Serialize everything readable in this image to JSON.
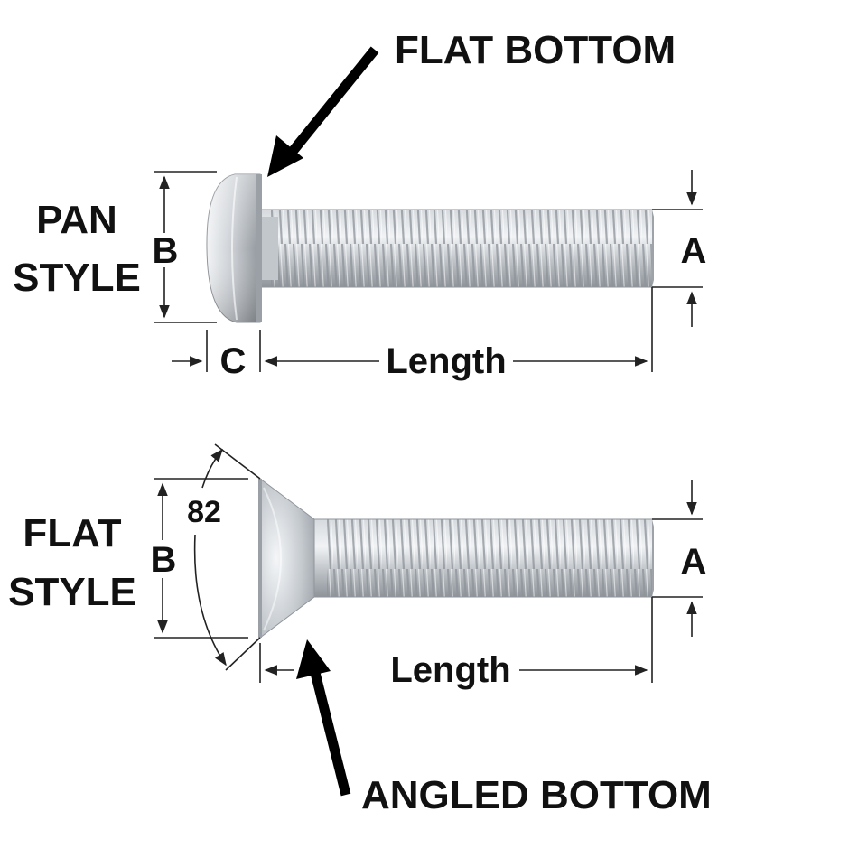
{
  "colors": {
    "steel_light": "#e4e7ea",
    "steel_mid": "#b7bcc1",
    "steel_dark": "#8a9096",
    "ink": "#111111"
  },
  "callouts": {
    "flat_bottom": "FLAT BOTTOM",
    "angled_bottom": "ANGLED BOTTOM"
  },
  "pan": {
    "style_line1": "PAN",
    "style_line2": "STYLE",
    "dim_head_diameter": "B",
    "dim_thread_diameter": "A",
    "dim_head_height": "C",
    "dim_length": "Length"
  },
  "flat": {
    "style_line1": "FLAT",
    "style_line2": "STYLE",
    "dim_head_diameter": "B",
    "dim_thread_diameter": "A",
    "dim_angle": "82",
    "dim_length": "Length"
  }
}
